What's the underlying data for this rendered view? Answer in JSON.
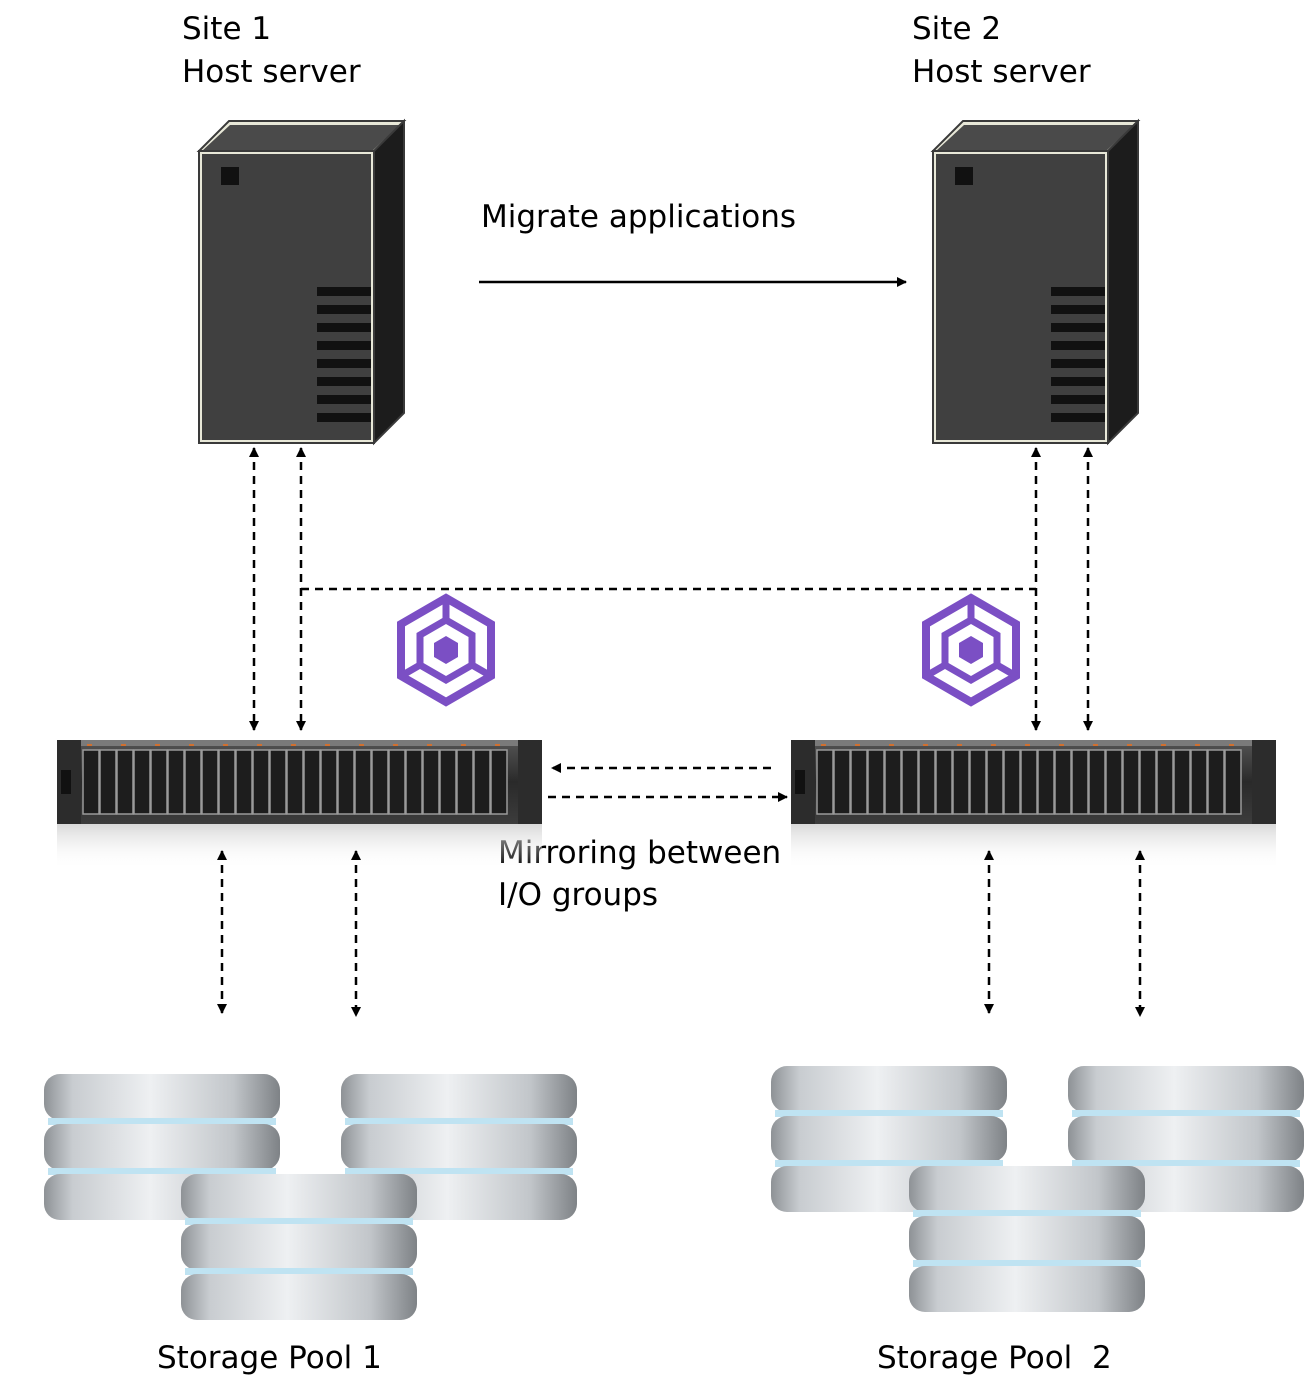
{
  "site1": {
    "site": "Site 1",
    "role": "Host server"
  },
  "site2": {
    "site": "Site 2",
    "role": "Host server"
  },
  "migrate_label": "Migrate applications",
  "mirror_label": {
    "line1": "Mirroring between",
    "line2": "I/O groups"
  },
  "pool1_label": "Storage Pool 1",
  "pool2_label": "Storage Pool  2",
  "colors": {
    "server_body": "#3f3f3f",
    "server_side": "#1a1a1a",
    "cube_icon": "#7b4fc4",
    "disk": "#c4c8cc",
    "disk_band": "#bfe3f2"
  },
  "icons": [
    "host-server-icon",
    "storage-controller-icon",
    "virtualization-cube-icon",
    "disk-stack-icon"
  ]
}
